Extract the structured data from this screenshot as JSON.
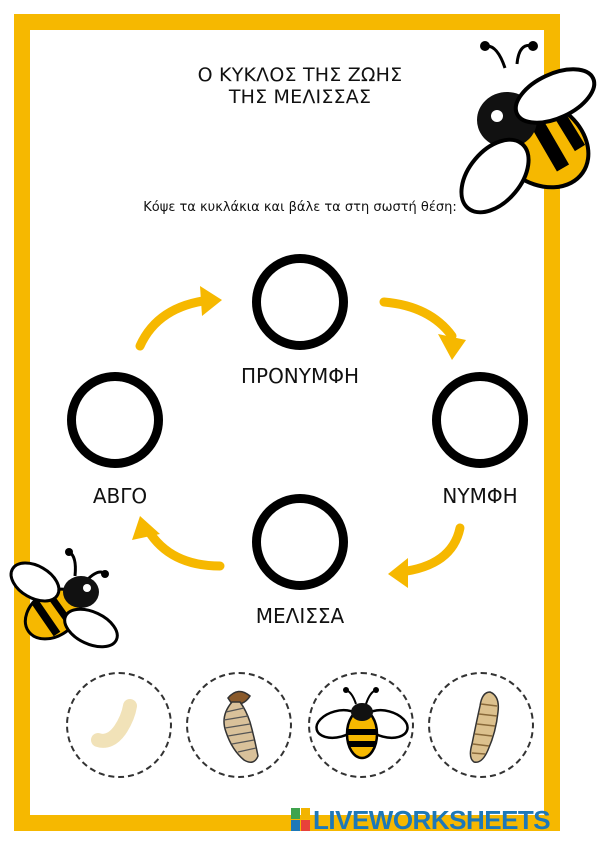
{
  "title": {
    "line1": "Ο ΚΥΚΛΟΣ ΤΗΣ ΖΩΗΣ",
    "line2": "ΤΗΣ ΜΕΛΙΣΣΑΣ"
  },
  "instruction": "Κόψε τα κυκλάκια και βάλε τα στη σωστή θέση:",
  "stages": {
    "top": "ΠΡΟΝΥΜΦΗ",
    "left": "ΑΒΓΟ",
    "right": "ΝΥΜΦΗ",
    "bottom": "ΜΕΛΙΣΣΑ"
  },
  "cutouts": [
    {
      "icon": "egg-icon"
    },
    {
      "icon": "larva-icon"
    },
    {
      "icon": "bee-icon"
    },
    {
      "icon": "pupa-icon"
    }
  ],
  "brand": {
    "logo_text": "LIVEWORKSHEETS",
    "color": "#1d78b8"
  },
  "colors": {
    "frame": "#f6b800",
    "arrow": "#f6b800",
    "ring": "#000000"
  }
}
